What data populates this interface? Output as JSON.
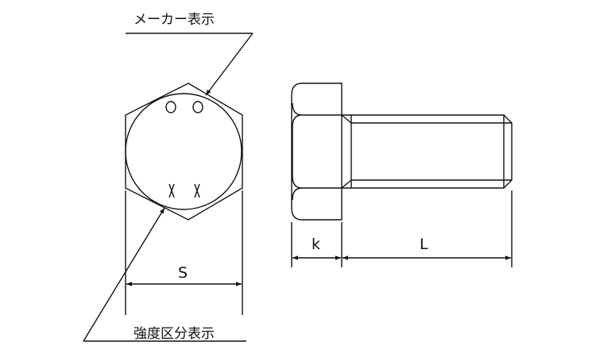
{
  "labels": {
    "maker_mark": "メーカー表示",
    "strength_class_mark": "強度区分表示",
    "dimension_s": "S",
    "dimension_k": "k",
    "dimension_l": "L"
  },
  "marks": {
    "maker_symbols": "O O",
    "strength_symbols": "X X"
  }
}
